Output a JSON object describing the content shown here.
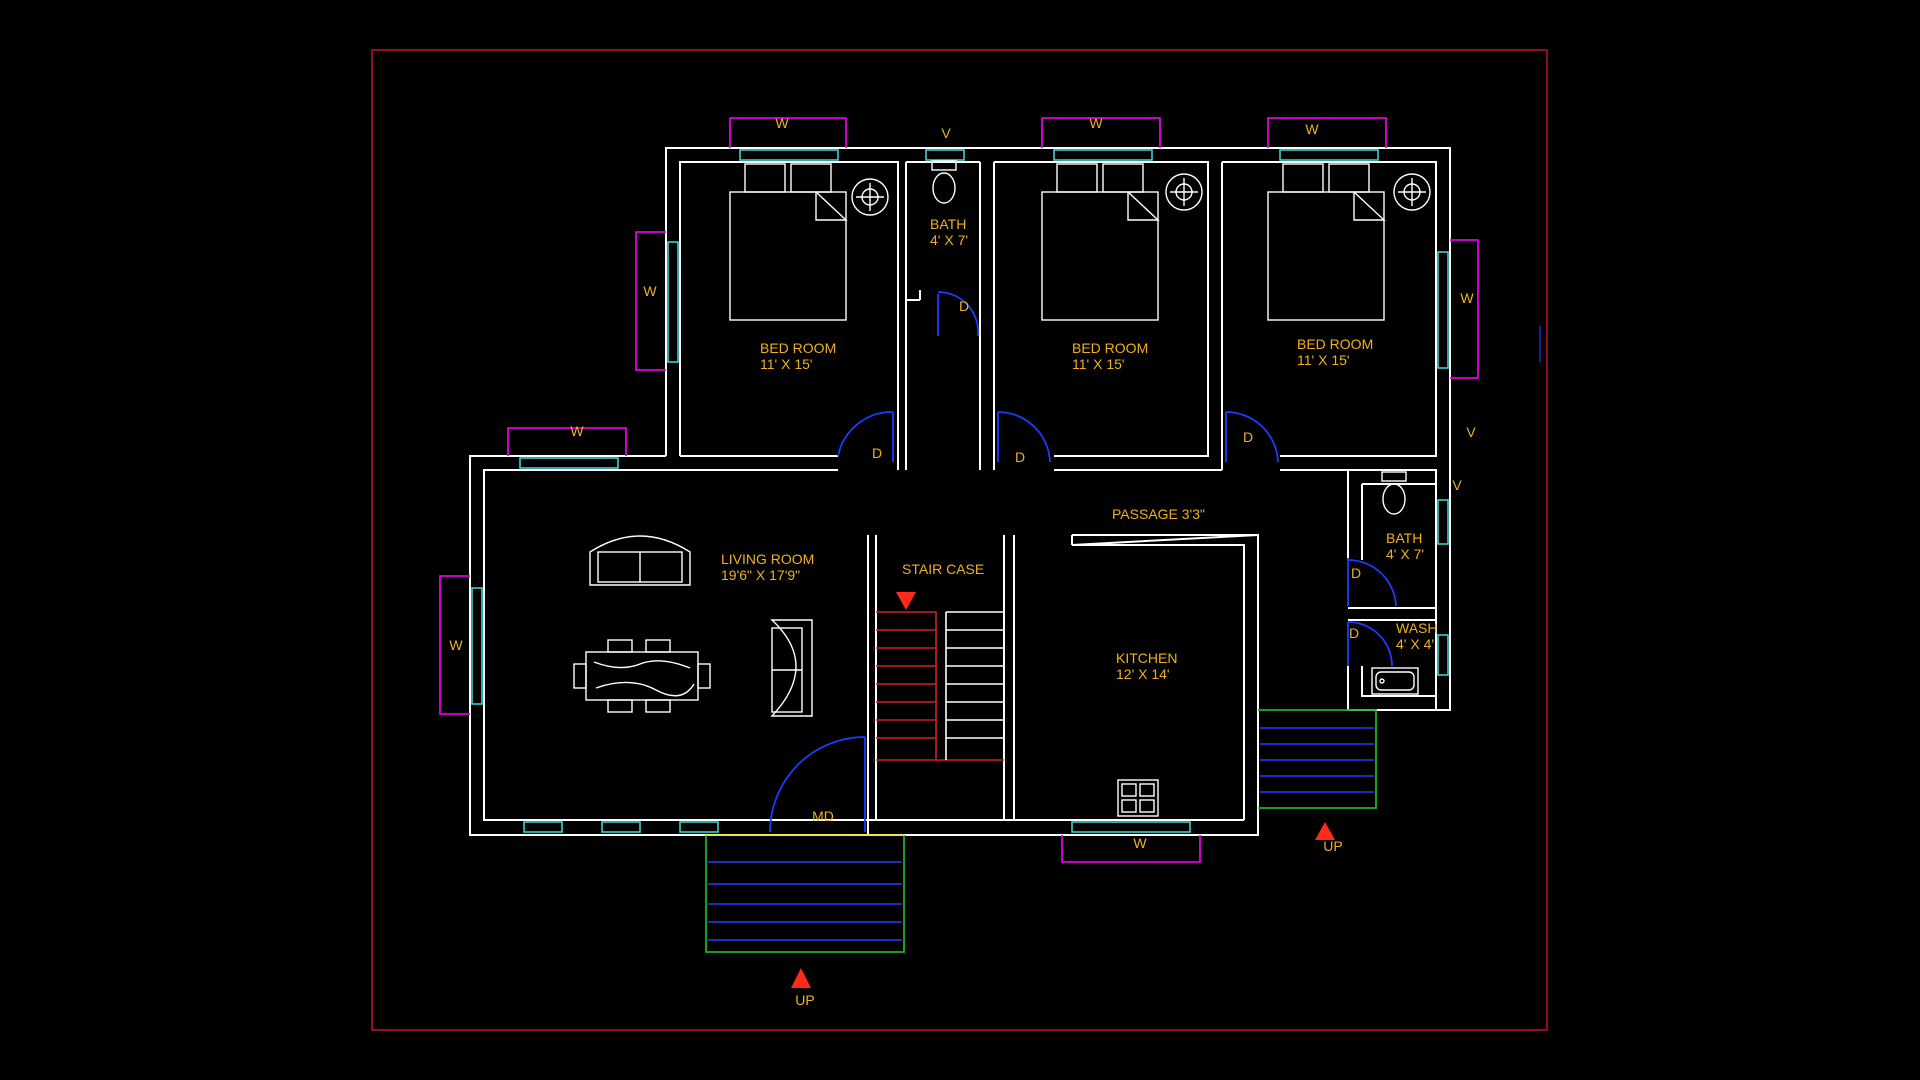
{
  "rooms": {
    "bed1": {
      "name": "BED ROOM",
      "size": "11' X 15'"
    },
    "bed2": {
      "name": "BED ROOM",
      "size": "11' X 15'"
    },
    "bed3": {
      "name": "BED ROOM",
      "size": "11' X 15'"
    },
    "bath1": {
      "name": "BATH",
      "size": "4' X 7'"
    },
    "bath2": {
      "name": "BATH",
      "size": "4' X 7'"
    },
    "wash": {
      "name": "WASH",
      "size": "4' X 4'"
    },
    "living": {
      "name": "LIVING ROOM",
      "size": "19'6\" X 17'9\""
    },
    "stair": {
      "name": "STAIR CASE"
    },
    "kitchen": {
      "name": "KITCHEN",
      "size": "12' X 14'"
    },
    "passage": {
      "name": "PASSAGE 3'3\""
    }
  },
  "marks": {
    "window": "W",
    "door": "D",
    "main_door": "MD",
    "ventilator": "V",
    "up": "UP"
  },
  "colors": {
    "wall": "#ffffff",
    "window": "#3fd0d0",
    "sill": "#e000e0",
    "door": "#1a3cff",
    "text": "#f0b020",
    "border": "#c0102a",
    "stair_red": "#d02020",
    "steps_blue": "#2040ff",
    "landing_green": "#1fb02a",
    "arrow": "#ff2a1a"
  }
}
